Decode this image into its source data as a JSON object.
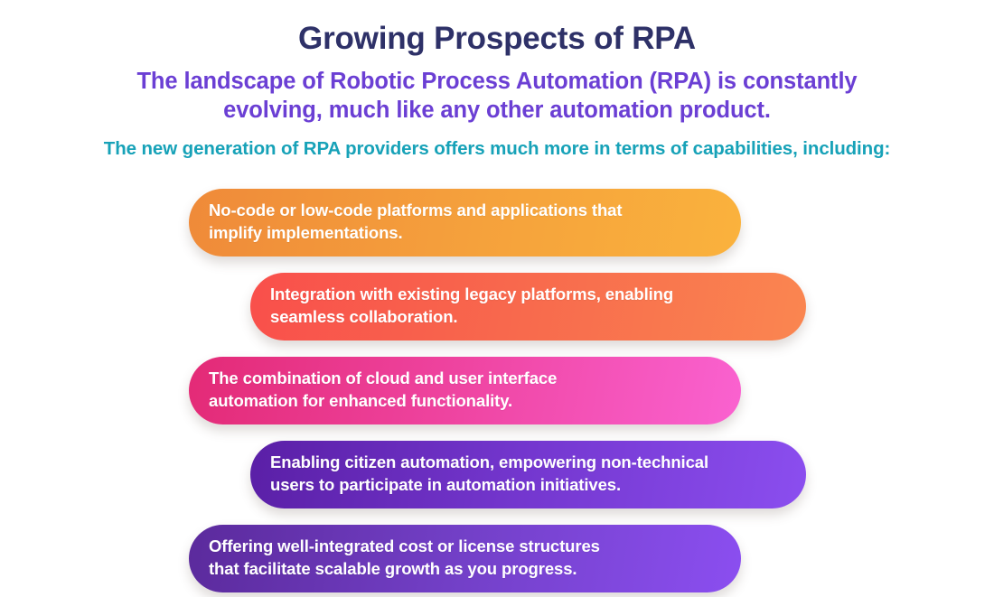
{
  "header": {
    "title": "Growing Prospects of RPA",
    "subtitle": "The landscape of Robotic Process Automation (RPA) is constantly\nevolving, much like any other automation product.",
    "tagline": "The new generation of RPA providers offers much more in terms of capabilities, including:"
  },
  "colors": {
    "background": "#ffffff",
    "title": "#2e3168",
    "subtitle": "#6b3fd4",
    "tagline": "#17a2b8",
    "pill_text": "#ffffff"
  },
  "pills": [
    {
      "text": "No-code or low-code platforms and applications that\nimplify implementations.",
      "gradient_from": "#ef8a39",
      "gradient_to": "#fab23d"
    },
    {
      "text": "Integration with existing legacy platforms, enabling\nseamless collaboration.",
      "gradient_from": "#f94f4b",
      "gradient_to": "#fa8650"
    },
    {
      "text": "The combination of cloud and user interface\nautomation for enhanced functionality.",
      "gradient_from": "#e32a76",
      "gradient_to": "#fa62d0"
    },
    {
      "text": "Enabling citizen automation, empowering non-technical\nusers to participate in automation initiatives.",
      "gradient_from": "#5a1fa6",
      "gradient_to": "#8b4eef"
    },
    {
      "text": "Offering well-integrated cost or license structures\nthat facilitate scalable growth as you progress.",
      "gradient_from": "#5b2a9c",
      "gradient_to": "#8b4ef0"
    }
  ]
}
